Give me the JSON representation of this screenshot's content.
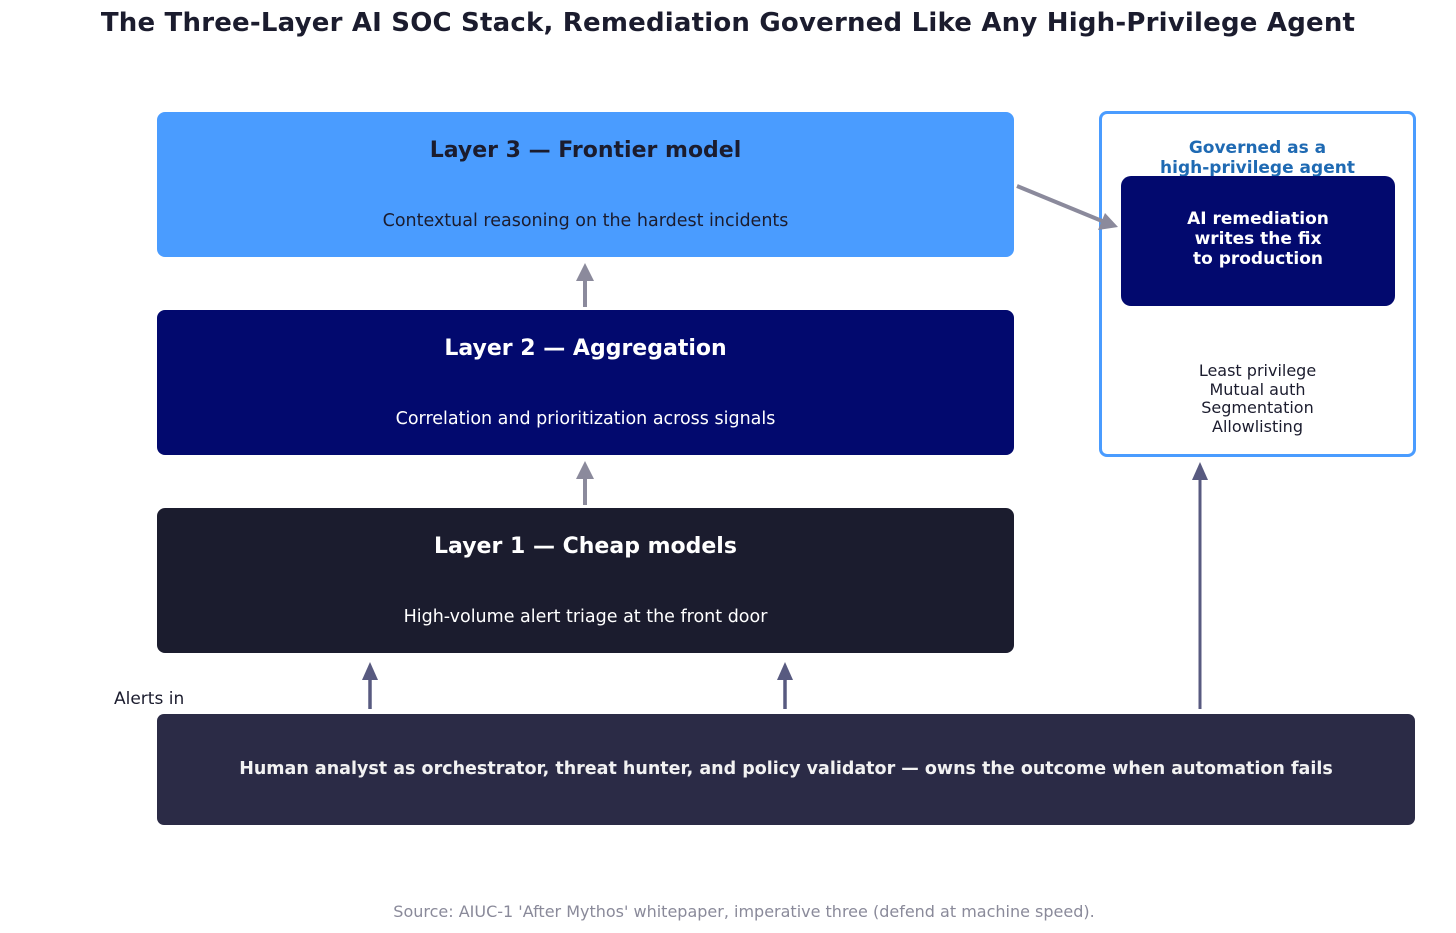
{
  "title": "The Three-Layer AI SOC Stack, Remediation Governed Like Any High-Privilege Agent",
  "layers": [
    {
      "title": "Layer 3 — Frontier model",
      "subtitle": "Contextual reasoning on the hardest incidents",
      "color": "#4a9cff"
    },
    {
      "title": "Layer 2 — Aggregation",
      "subtitle": "Correlation and prioritization across signals",
      "color": "#02096e"
    },
    {
      "title": "Layer 1 — Cheap models",
      "subtitle": "High-volume alert triage at the front door",
      "color": "#1b1c2e"
    }
  ],
  "governance": {
    "title_line1": "Governed as a",
    "title_line2": "high-privilege agent",
    "remediation_line1": "AI remediation",
    "remediation_line2": "writes the fix",
    "remediation_line3": "to production",
    "controls": [
      "Least privilege",
      "Mutual auth",
      "Segmentation",
      "Allowlisting"
    ],
    "border_color": "#4a9cff"
  },
  "human": {
    "label": "Human analyst as orchestrator, threat hunter, and policy validator — owns the outcome when automation fails",
    "color": "#2b2b46"
  },
  "alerts_label": "Alerts in",
  "source": "Source: AIUC-1 'After Mythos' whitepaper, imperative three (defend at machine speed).",
  "colors": {
    "light_arrow": "#8b8a9c",
    "dark_arrow": "#585a80"
  }
}
